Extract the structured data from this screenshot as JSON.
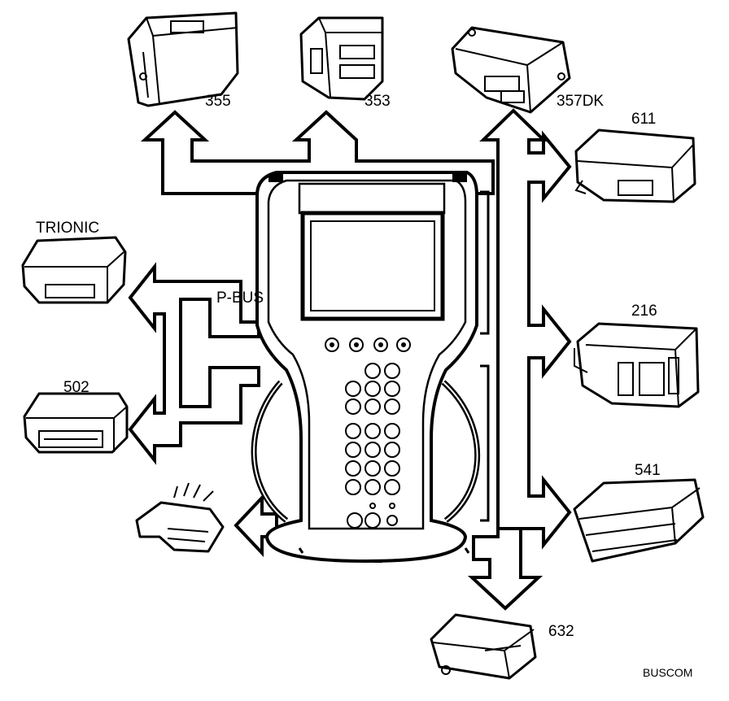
{
  "labels": {
    "m355": "355",
    "m353": "353",
    "m357dk": "357DK",
    "m611": "611",
    "trionic": "TRIONIC",
    "pbus": "P-BUS",
    "m216": "216",
    "m502": "502",
    "m541": "541",
    "m632": "632",
    "buscom": "BUSCOM"
  },
  "colors": {
    "line": "#000000",
    "fill": "#ffffff"
  },
  "icons": {
    "tester": "handheld-diagnostic-tester",
    "connector": "obd-connector-cable"
  }
}
